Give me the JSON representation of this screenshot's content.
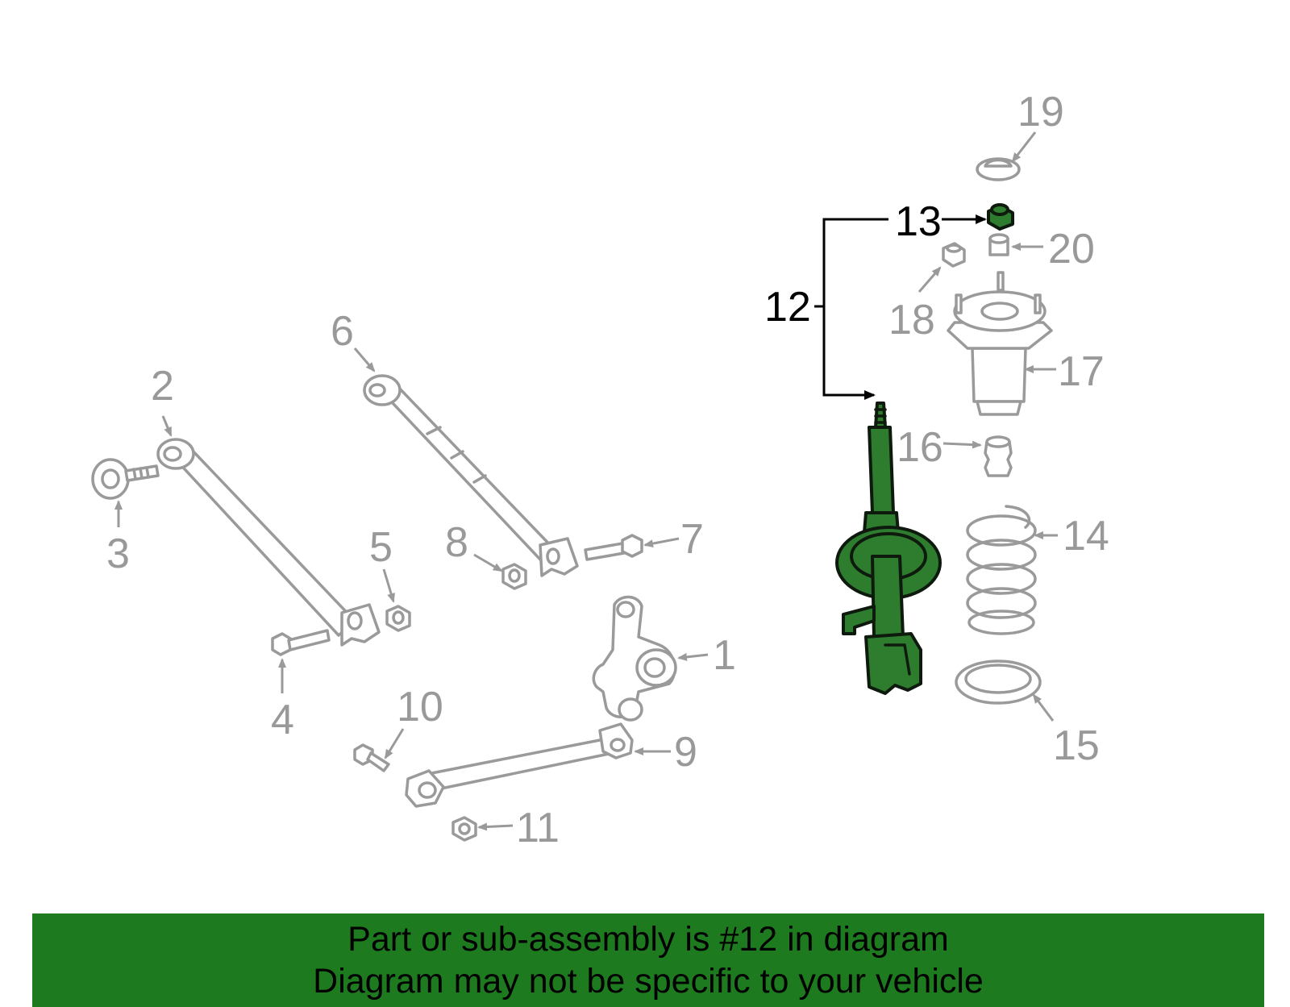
{
  "diagram": {
    "callouts": {
      "c1": "1",
      "c2": "2",
      "c3": "3",
      "c4": "4",
      "c5": "5",
      "c6": "6",
      "c7": "7",
      "c8": "8",
      "c9": "9",
      "c10": "10",
      "c11": "11",
      "c12": "12",
      "c13": "13",
      "c14": "14",
      "c15": "15",
      "c16": "16",
      "c17": "17",
      "c18": "18",
      "c19": "19",
      "c20": "20"
    },
    "highlighted_part": "12",
    "colors": {
      "highlight": "#2e7d2e",
      "parts": "#9a9a9a",
      "banner": "#1e7a1e"
    }
  },
  "banner": {
    "line1": "Part or sub-assembly is #12 in diagram",
    "line2": "Diagram may not be specific to your vehicle"
  }
}
